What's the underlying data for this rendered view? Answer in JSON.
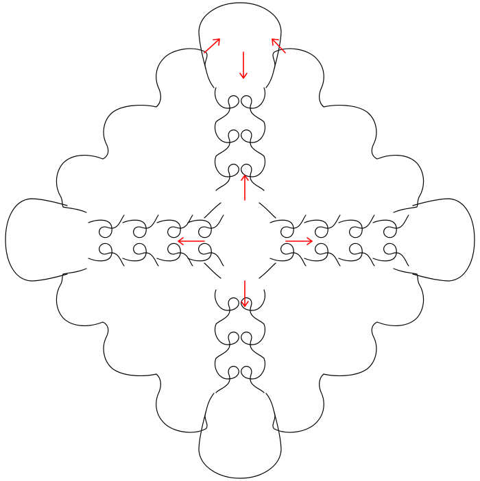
{
  "diagram": {
    "description_free": true,
    "colors": {
      "background": "#ffffff",
      "curve": "#000000",
      "arrow": "#ff0000"
    },
    "arrows": [
      {
        "id": "arrow-top-left",
        "direction": "up-right"
      },
      {
        "id": "arrow-top-center",
        "direction": "down"
      },
      {
        "id": "arrow-top-right",
        "direction": "up-left"
      },
      {
        "id": "arrow-center-up",
        "direction": "up"
      },
      {
        "id": "arrow-left",
        "direction": "left"
      },
      {
        "id": "arrow-right",
        "direction": "right"
      },
      {
        "id": "arrow-center-down",
        "direction": "down"
      }
    ]
  }
}
